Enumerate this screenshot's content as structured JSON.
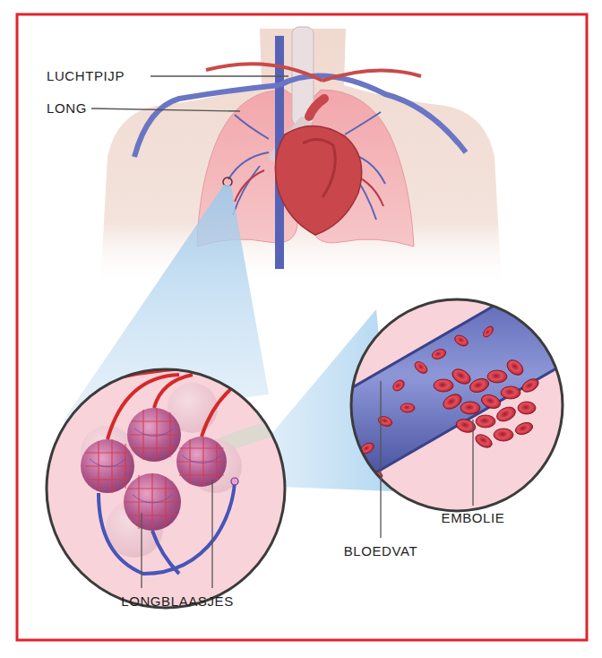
{
  "diagram": {
    "labels": [
      "LUCHTPIJP",
      "LONG",
      "EMBOLIE",
      "BLOEDVAT",
      "LONGBLAASJES"
    ]
  }
}
